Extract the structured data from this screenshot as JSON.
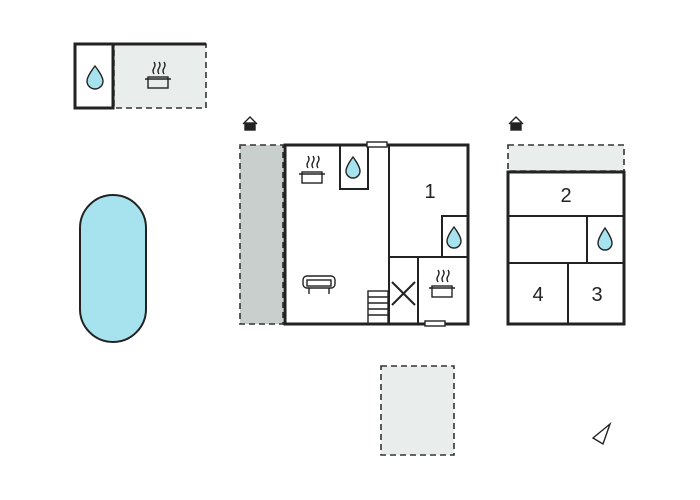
{
  "floorplan": {
    "rooms": [
      {
        "id": "1",
        "label": "1"
      },
      {
        "id": "2",
        "label": "2"
      },
      {
        "id": "3",
        "label": "3"
      },
      {
        "id": "4",
        "label": "4"
      }
    ],
    "icons": [
      "water-drop-icon",
      "cooking-pot-icon",
      "sofa-icon",
      "stairs-icon",
      "house-entrance-icon",
      "compass-arrow-icon"
    ],
    "colors": {
      "wall": "#222222",
      "terrace": "#e9eeec",
      "pool": "#a6e3ee",
      "water_drop": "#a6e3ee",
      "carport": "#c8cfcc"
    }
  }
}
